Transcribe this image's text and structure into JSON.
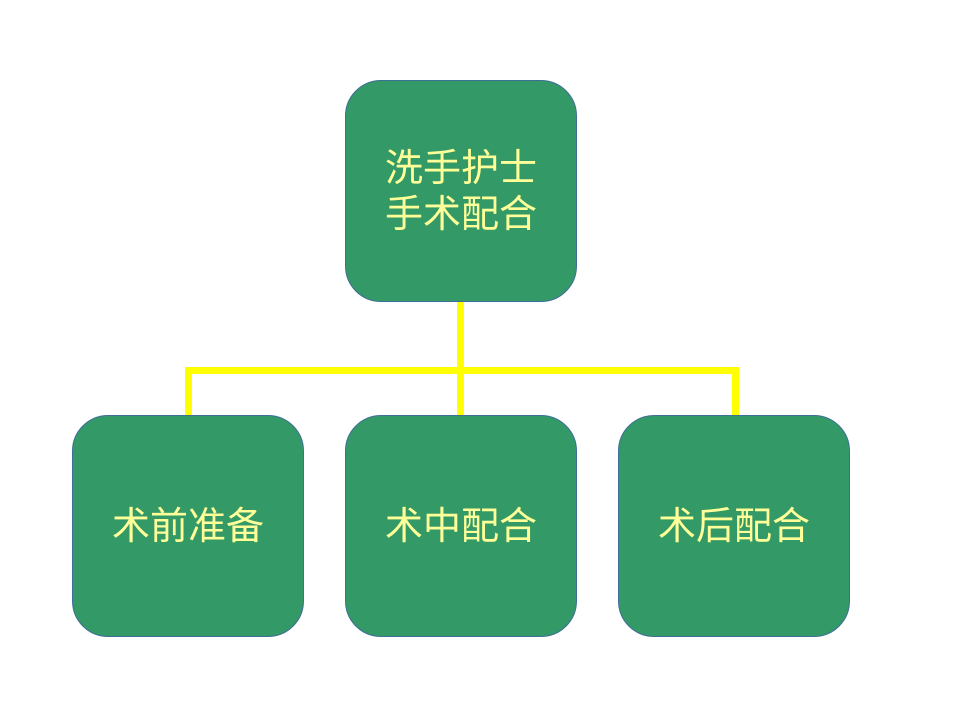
{
  "colors": {
    "box_fill": "#339966",
    "box_border": "#3f6e98",
    "text": "#ffff99",
    "connector": "#ffff00"
  },
  "root": {
    "line1": "洗手护士",
    "line2": "手术配合"
  },
  "children": [
    {
      "label": "术前准备"
    },
    {
      "label": "术中配合"
    },
    {
      "label": "术后配合"
    }
  ]
}
